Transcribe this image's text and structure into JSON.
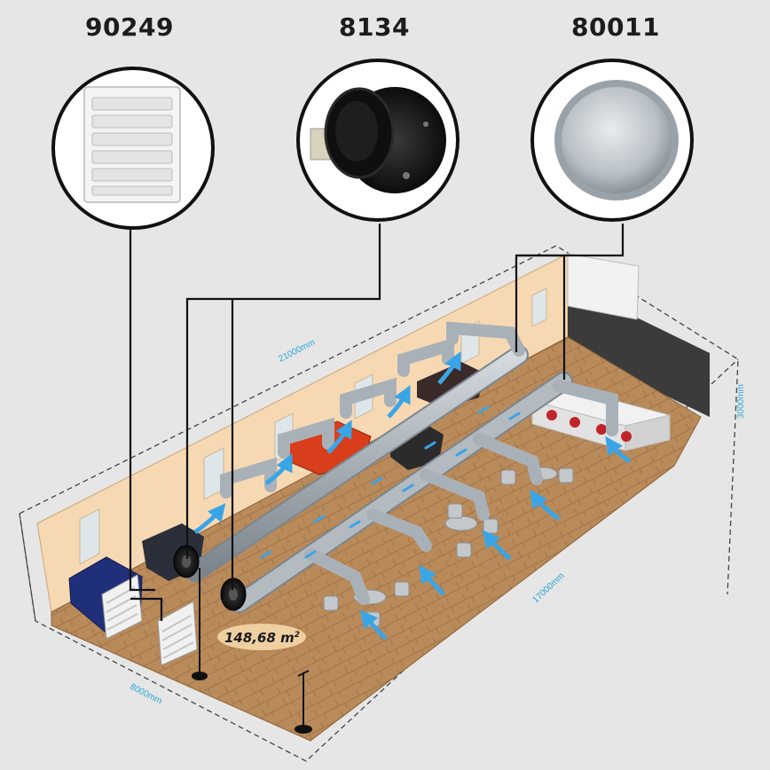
{
  "products": [
    {
      "code": "90249",
      "item": "louvred-grille"
    },
    {
      "code": "8134",
      "item": "inline-duct-fan"
    },
    {
      "code": "80011",
      "item": "duct-end-cap"
    }
  ],
  "dimensions": {
    "length": "21000mm",
    "depth": "17000mm",
    "width": "8000mm",
    "height": "3000mm"
  },
  "area": {
    "value": "148,68 m",
    "superscript": "2"
  },
  "colors": {
    "background": "#e6e6e6",
    "floor": "#b98a5a",
    "wall": "#f6d9b3",
    "duct": "#a9b1b8",
    "airflow_arrow": "#3aa5e6",
    "dimension_text": "#2aa7d8"
  }
}
